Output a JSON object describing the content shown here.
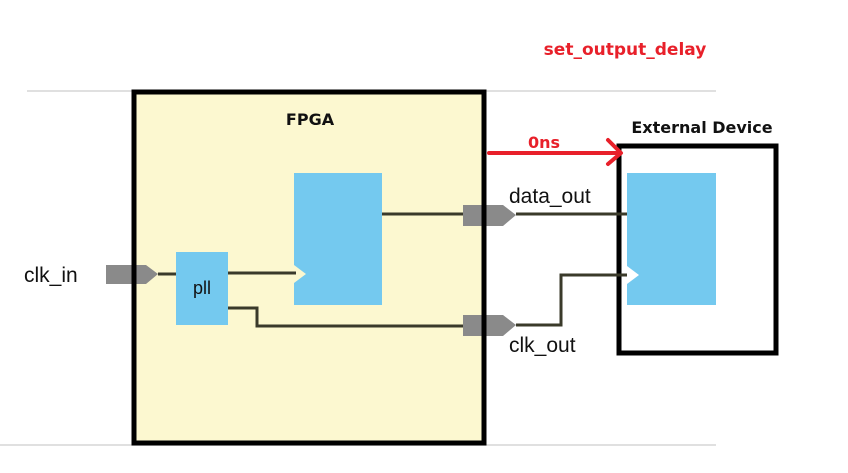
{
  "title": "set_output_delay",
  "fpga": {
    "label": "FPGA",
    "pll_label": "pll"
  },
  "external": {
    "label": "External Device"
  },
  "delay": {
    "value": "0ns"
  },
  "ports": {
    "clk_in": "clk_in",
    "data_out": "data_out",
    "clk_out": "clk_out"
  },
  "colors": {
    "accent_red": "#e8202a",
    "fpga_fill": "#fcf8d0",
    "block_blue": "#74c9ef",
    "buffer_gray": "#8a8a8a",
    "wire": "#3a3a2a",
    "border": "#000000"
  }
}
